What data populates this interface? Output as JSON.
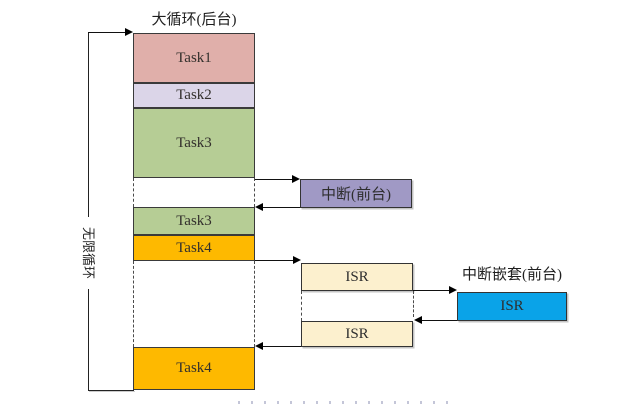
{
  "figure": {
    "background_loop_title": "大循环(后台)",
    "infinite_loop_label": "无限循环",
    "interrupt_foreground": {
      "label": "中断(前台)",
      "color": "#A099C5"
    },
    "nested_interrupt": {
      "title": "中断嵌套(前台)",
      "label": "ISR",
      "color": "#0AA3E8"
    },
    "isr_blocks": [
      {
        "label": "ISR",
        "color": "#FCF0CE"
      },
      {
        "label": "ISR",
        "color": "#FCF0CE"
      }
    ],
    "segments": [
      {
        "label": "Task1",
        "kind": "task",
        "color": "#E0AFAA"
      },
      {
        "label": "Task2",
        "kind": "task",
        "color": "#DBD5E8"
      },
      {
        "label": "Task3",
        "kind": "task",
        "color": "#B6CD95"
      },
      {
        "label": "",
        "kind": "gap"
      },
      {
        "label": "Task3",
        "kind": "task",
        "color": "#B6CD95"
      },
      {
        "label": "Task4",
        "kind": "task",
        "color": "#FEB900"
      },
      {
        "label": "",
        "kind": "gap"
      },
      {
        "label": "Task4",
        "kind": "task",
        "color": "#FEB900"
      }
    ],
    "line_color": "#1a1a1a"
  }
}
